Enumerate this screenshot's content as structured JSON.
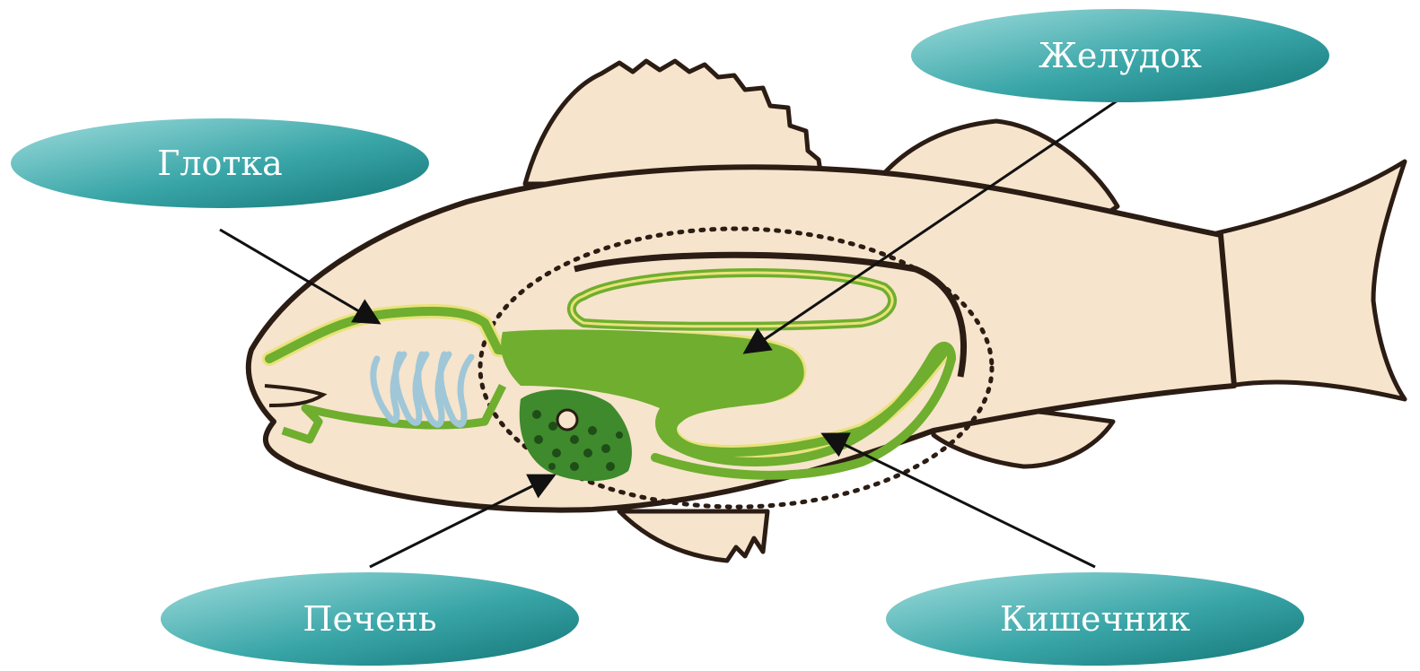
{
  "labels": {
    "pharynx": "Глотка",
    "stomach": "Желудок",
    "liver": "Печень",
    "intestine": "Кишечник"
  },
  "colors": {
    "fish_body": "#f6e4cc",
    "outline": "#2b1d14",
    "digestive": "#6fae2e",
    "digestive_edge": "#e9e27a",
    "gills": "#9fc7d8",
    "liver": "#3e8a2c",
    "label_fill_light": "#8fd4d6",
    "label_fill_dark": "#1f8a8c"
  }
}
